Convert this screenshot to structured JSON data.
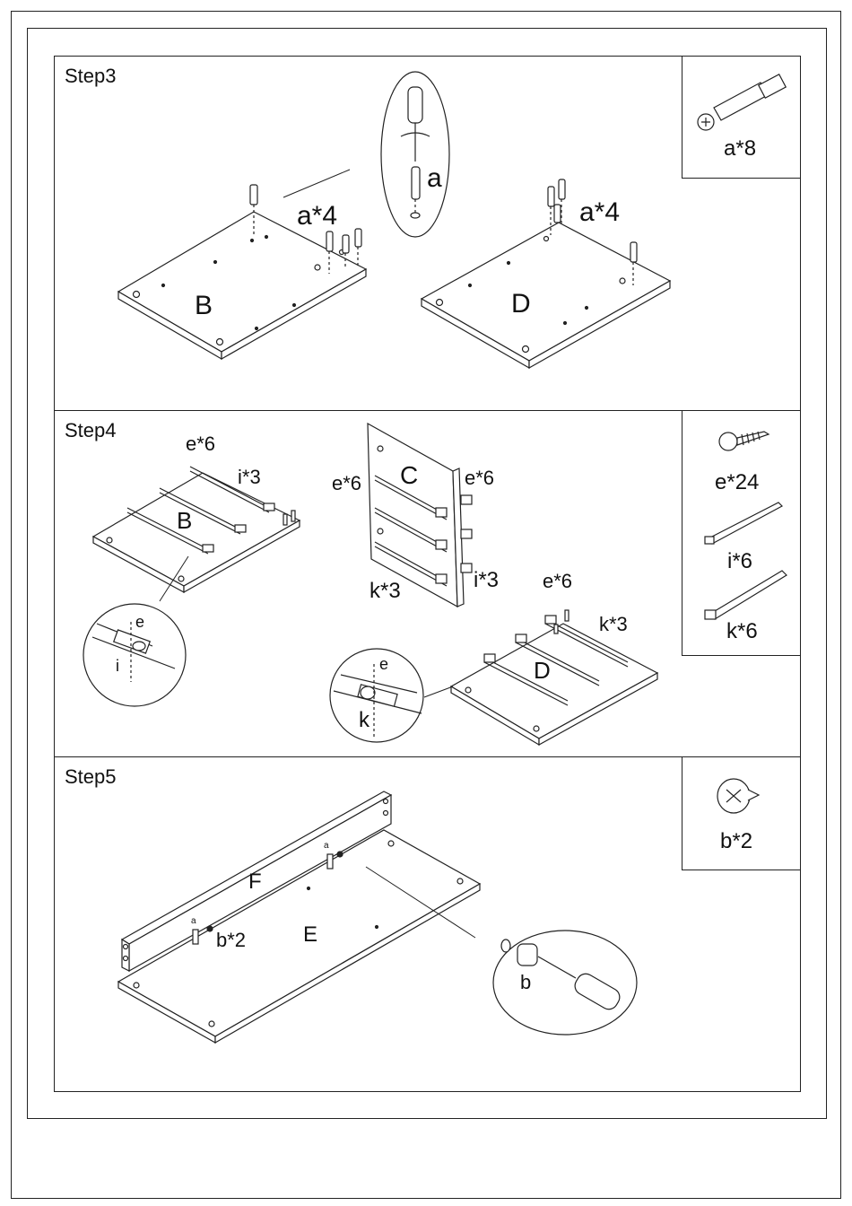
{
  "steps": [
    {
      "title": "Step3",
      "parts": {
        "board_b": "B",
        "board_d": "D"
      },
      "callouts": {
        "detail_letter": "a",
        "qty_left": "a*4",
        "qty_right": "a*4"
      },
      "hardware": [
        {
          "name": "cam-bolt",
          "qty": "a*8"
        }
      ]
    },
    {
      "title": "Step4",
      "parts": {
        "board_b": "B",
        "board_c": "C",
        "board_d": "D"
      },
      "callouts": {
        "b_screws": "e*6",
        "b_rails": "i*3",
        "c_screws_left": "e*6",
        "c_screws_right": "e*6",
        "c_rails_right": "i*3",
        "c_rails_left": "k*3",
        "d_screws": "e*6",
        "d_rails": "k*3",
        "detail_b_screw": "e",
        "detail_b_rail": "i",
        "detail_d_screw": "e",
        "detail_d_rail": "k"
      },
      "hardware": [
        {
          "name": "screw",
          "qty": "e*24"
        },
        {
          "name": "rail-i",
          "qty": "i*6"
        },
        {
          "name": "rail-k",
          "qty": "k*6"
        }
      ]
    },
    {
      "title": "Step5",
      "parts": {
        "board_f": "F",
        "board_e": "E"
      },
      "callouts": {
        "qty": "b*2",
        "detail_letter": "b",
        "mark_1": "a",
        "mark_2": "a"
      },
      "hardware": [
        {
          "name": "cam-lock",
          "qty": "b*2"
        }
      ]
    }
  ]
}
